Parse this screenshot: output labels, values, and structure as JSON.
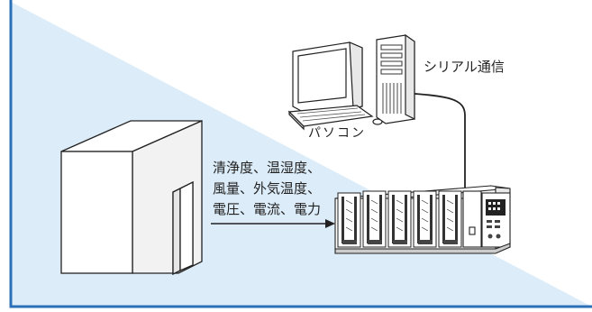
{
  "colors": {
    "frame": "#2a6fb8",
    "background_wedge": "#dcecf8",
    "line": "#222222"
  },
  "labels": {
    "serial_comm": "シリアル通信",
    "pc": "パソコン",
    "measurements": [
      "清浄度、温湿度、",
      "風量、外気温度、",
      "電圧、電流、電力"
    ]
  },
  "icons": {
    "building": "factory-building-icon",
    "computer": "desktop-computer-icon",
    "logger": "data-logger-icon"
  }
}
